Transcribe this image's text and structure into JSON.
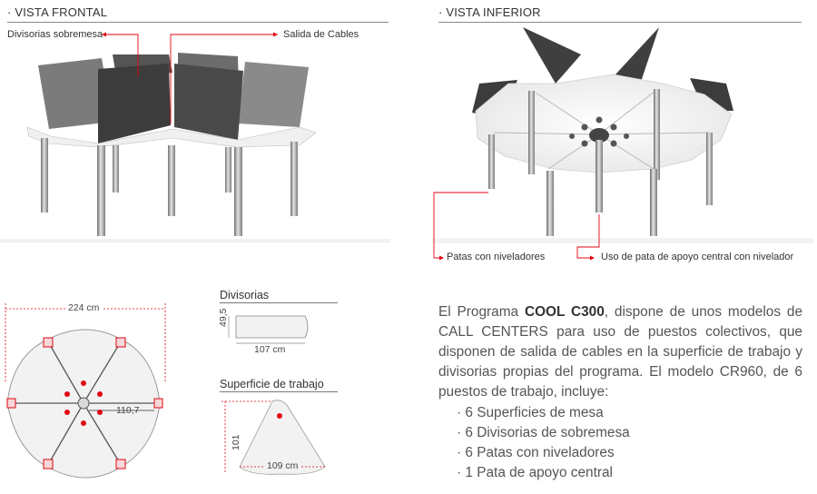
{
  "front_view": {
    "title": "· VISTA FRONTAL",
    "callout_dividers": "Divisorias sobremesa",
    "callout_cables": "Salida de Cables"
  },
  "bottom_view": {
    "title": "· VISTA INFERIOR",
    "callout_legs": "Patas con niveladores",
    "callout_center": "Uso de pata de apoyo central con nivelador"
  },
  "plan": {
    "width_label": "224 cm",
    "radius_label": "110,7"
  },
  "dividers": {
    "title": "Divisorias",
    "height_label": "49,5",
    "width_label": "107 cm"
  },
  "surface": {
    "title": "Superficie de trabajo",
    "height_label": "101",
    "width_label": "109 cm"
  },
  "description": {
    "prefix": "El Programa ",
    "model": "COOL C300",
    "text": ", dispone de unos modelos de CALL CENTERS para uso de puestos colectivos, que disponen de salida de cables en la superficie de trabajo y divisorias propias del programa. El modelo CR960, de 6 puestos de trabajo, incluye:",
    "items": [
      "· 6 Superficies de mesa",
      "· 6 Divisorias de sobremesa",
      "· 6 Patas con niveladores",
      "· 1 Pata de apoyo central"
    ]
  },
  "colors": {
    "accent": "#e30613",
    "divider_dark": "#3b3b3b",
    "divider_mid": "#6e6e6e",
    "table_top": "#f2f2f2",
    "leg": "#9a9a9a"
  }
}
